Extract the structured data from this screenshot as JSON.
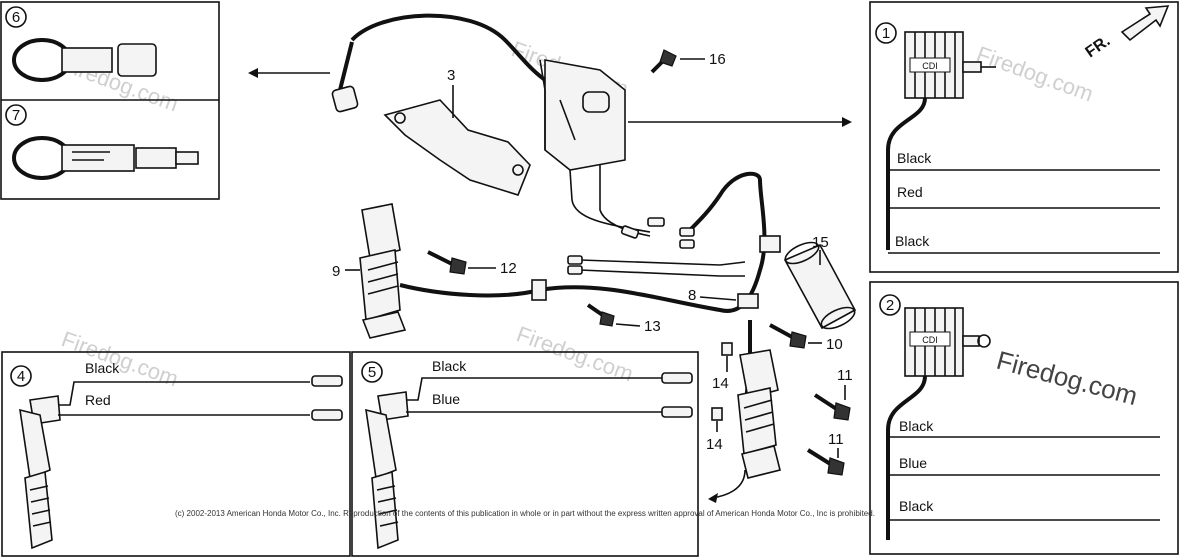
{
  "callouts": {
    "c1": "1",
    "c2": "2",
    "c3": "3",
    "c4": "4",
    "c5": "5",
    "c6": "6",
    "c7": "7",
    "c8": "8",
    "c9": "9",
    "c10": "10",
    "c11a": "11",
    "c11b": "11",
    "c12": "12",
    "c13": "13",
    "c14a": "14",
    "c14b": "14",
    "c15": "15",
    "c16": "16"
  },
  "panel1": {
    "w1": "Black",
    "w2": "Red",
    "w3": "Black",
    "unit_label": "CDI"
  },
  "panel2": {
    "w1": "Black",
    "w2": "Blue",
    "w3": "Black",
    "unit_label": "CDI"
  },
  "panel4": {
    "w1": "Black",
    "w2": "Red"
  },
  "panel5": {
    "w1": "Black",
    "w2": "Blue"
  },
  "direction": "FR.",
  "watermark": "Firedog.com",
  "copyright": "(c) 2002-2013 American Honda Motor Co., Inc. Reproduction of the contents of this publication in whole or in part without the express written approval of American Honda Motor Co., Inc is prohibited.",
  "colors": {
    "ink": "#111111",
    "paper": "#ffffff",
    "watermark": "#cfcfcf"
  }
}
